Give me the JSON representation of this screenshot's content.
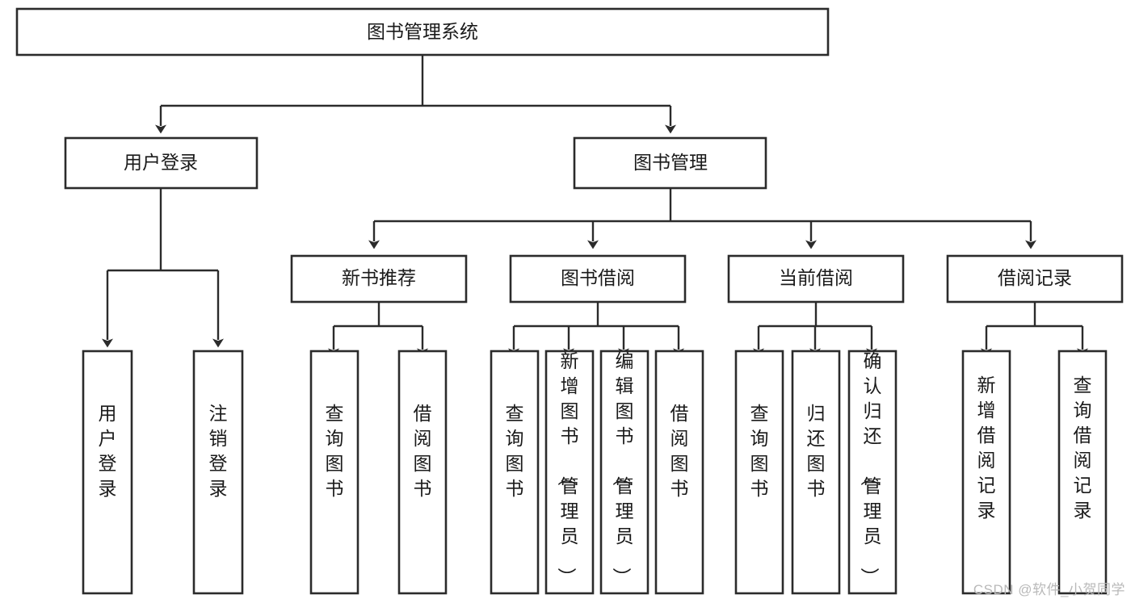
{
  "diagram": {
    "type": "hierarchy-tree",
    "title": "图书管理系统",
    "watermark": "CSDN @软件_小贺同学",
    "colors": {
      "box_stroke": "#2b2b2b",
      "box_fill": "#ffffff",
      "text": "#1a1a1a",
      "edge": "#2b2b2b",
      "background": "#ffffff",
      "watermark": "#b9b9b9"
    },
    "levels": {
      "root": {
        "label": "图书管理系统"
      },
      "level2": [
        {
          "id": "user-login",
          "label": "用户登录"
        },
        {
          "id": "book-manage",
          "label": "图书管理"
        }
      ],
      "level3": [
        {
          "id": "new-book-rec",
          "label": "新书推荐",
          "parent": "book-manage"
        },
        {
          "id": "book-borrow",
          "label": "图书借阅",
          "parent": "book-manage"
        },
        {
          "id": "current-borrow",
          "label": "当前借阅",
          "parent": "book-manage"
        },
        {
          "id": "borrow-record",
          "label": "借阅记录",
          "parent": "book-manage"
        }
      ],
      "leaves": [
        {
          "id": "leaf-user-login",
          "label": "用户登录",
          "parent": "user-login"
        },
        {
          "id": "leaf-logout",
          "label": "注销登录",
          "parent": "user-login"
        },
        {
          "id": "leaf-query-book-1",
          "label": "查询图书",
          "parent": "new-book-rec"
        },
        {
          "id": "leaf-borrow-book-1",
          "label": "借阅图书",
          "parent": "new-book-rec"
        },
        {
          "id": "leaf-query-book-2",
          "label": "查询图书",
          "parent": "book-borrow"
        },
        {
          "id": "leaf-add-book",
          "label": "新增图书（管理员）",
          "parent": "book-borrow"
        },
        {
          "id": "leaf-edit-book",
          "label": "编辑图书（管理员）",
          "parent": "book-borrow"
        },
        {
          "id": "leaf-borrow-book-2",
          "label": "借阅图书",
          "parent": "book-borrow"
        },
        {
          "id": "leaf-query-book-3",
          "label": "查询图书",
          "parent": "current-borrow"
        },
        {
          "id": "leaf-return-book",
          "label": "归还图书",
          "parent": "current-borrow"
        },
        {
          "id": "leaf-confirm-return",
          "label": "确认归还（管理员）",
          "parent": "current-borrow"
        },
        {
          "id": "leaf-add-record",
          "label": "新增借阅记录",
          "parent": "borrow-record"
        },
        {
          "id": "leaf-query-record",
          "label": "查询借阅记录",
          "parent": "borrow-record"
        }
      ]
    }
  }
}
